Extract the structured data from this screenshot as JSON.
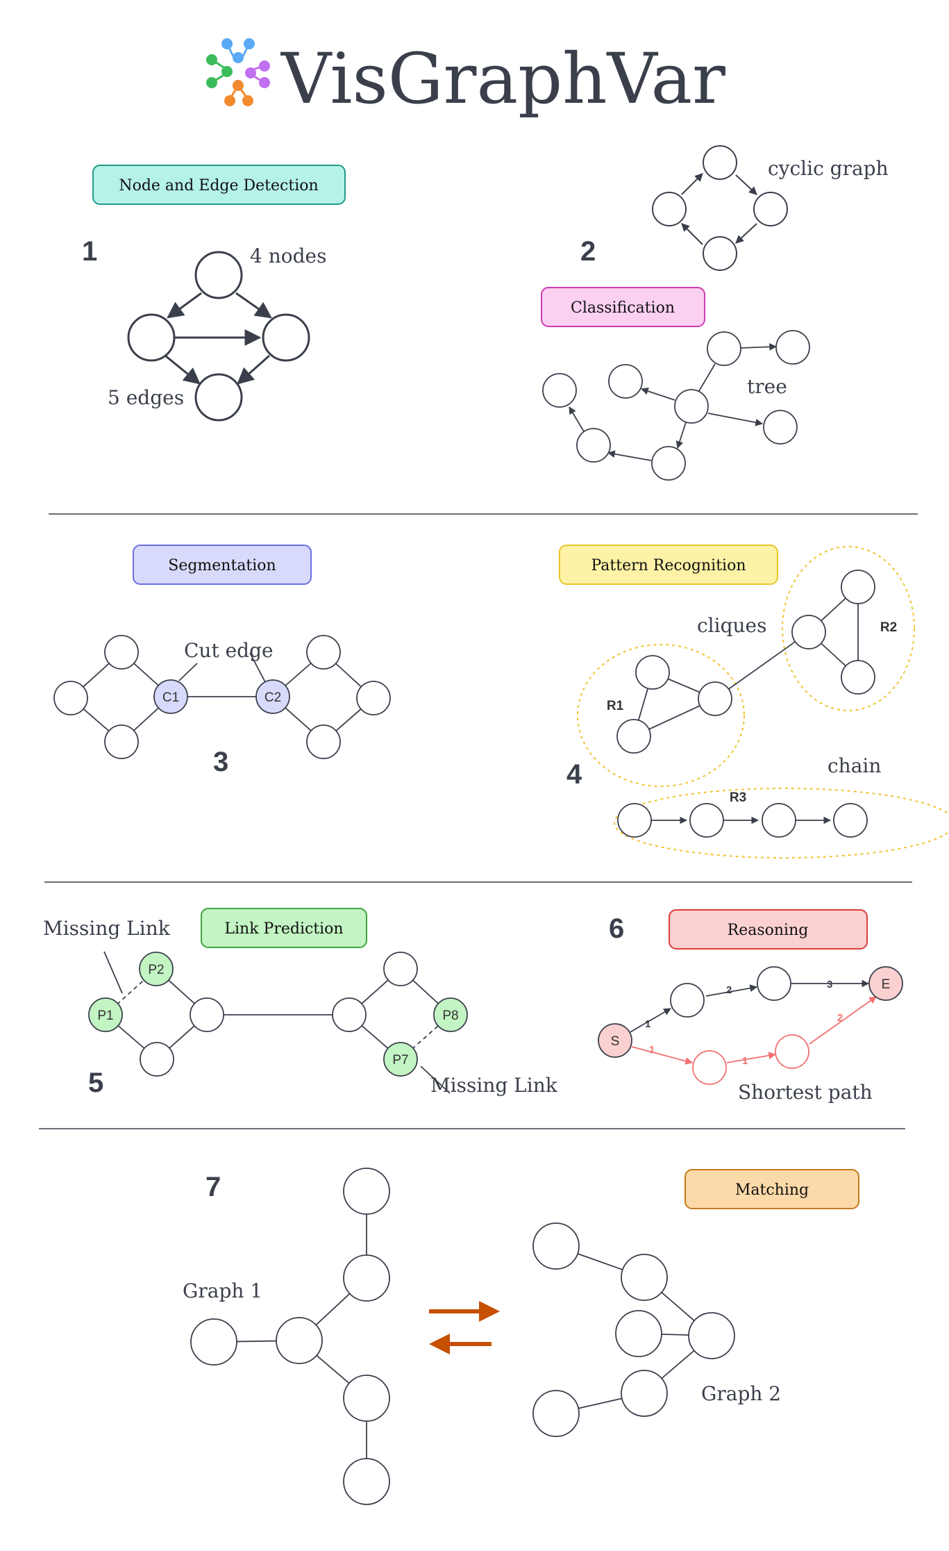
{
  "title": "VisGraphVar",
  "colors": {
    "text": "#3a3f4b",
    "edge": "#3a3f4b",
    "highlight_red": "#f07070",
    "arrow_orange": "#c55000",
    "region_outline": "#f2c230"
  },
  "tags": {
    "detection": {
      "label": "Node and Edge Detection",
      "fill": "#b5f2e8",
      "stroke": "#229a88"
    },
    "classification": {
      "label": "Classification",
      "fill": "#fbd0f1",
      "stroke": "#cc3db3"
    },
    "segmentation": {
      "label": "Segmentation",
      "fill": "#d8dafb",
      "stroke": "#6a6fe0"
    },
    "pattern": {
      "label": "Pattern Recognition",
      "fill": "#fdf2a6",
      "stroke": "#e7c52a"
    },
    "link": {
      "label": "Link Prediction",
      "fill": "#c3f4c3",
      "stroke": "#3da53d"
    },
    "reasoning": {
      "label": "Reasoning",
      "fill": "#fbd0d0",
      "stroke": "#e03a3a"
    },
    "matching": {
      "label": "Matching",
      "fill": "#fcd9a8",
      "stroke": "#c57a1e"
    }
  },
  "numbers": {
    "n1": "1",
    "n2": "2",
    "n3": "3",
    "n4": "4",
    "n5": "5",
    "n6": "6",
    "n7": "7"
  },
  "labels": {
    "nodes4": "4 nodes",
    "edges5": "5 edges",
    "cyclic": "cyclic graph",
    "tree": "tree",
    "cut_edge": "Cut edge",
    "cliques": "cliques",
    "chain": "chain",
    "missing_link_1": "Missing Link",
    "missing_link_2": "Missing Link",
    "shortest_path": "Shortest path",
    "graph1": "Graph 1",
    "graph2": "Graph 2"
  },
  "node_labels": {
    "c1": "C1",
    "c2": "C2",
    "r1": "R1",
    "r2": "R2",
    "r3": "R3",
    "p1": "P1",
    "p2": "P2",
    "p7": "P7",
    "p8": "P8",
    "s": "S",
    "e": "E"
  },
  "weights": {
    "w_s_a": "1",
    "w_a_b": "2",
    "w_b_e": "3",
    "w_s_c": "1",
    "w_c_d": "1",
    "w_d_e": "2"
  }
}
